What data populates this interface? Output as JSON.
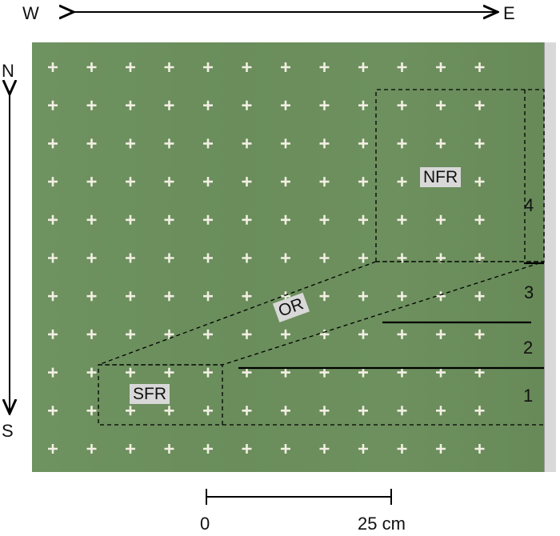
{
  "compass": {
    "west": "W",
    "east": "E",
    "north": "N",
    "south": "S"
  },
  "regions": {
    "nfr": "NFR",
    "or": "OR",
    "sfr": "SFR"
  },
  "zones": [
    "1",
    "2",
    "3",
    "4"
  ],
  "scale_bar": {
    "start": "0",
    "end": "25 cm"
  },
  "colors": {
    "board": "#6b8e5c",
    "marker": "#f2efe2",
    "line": "#000000",
    "label_bg": "#d8d8d8"
  }
}
